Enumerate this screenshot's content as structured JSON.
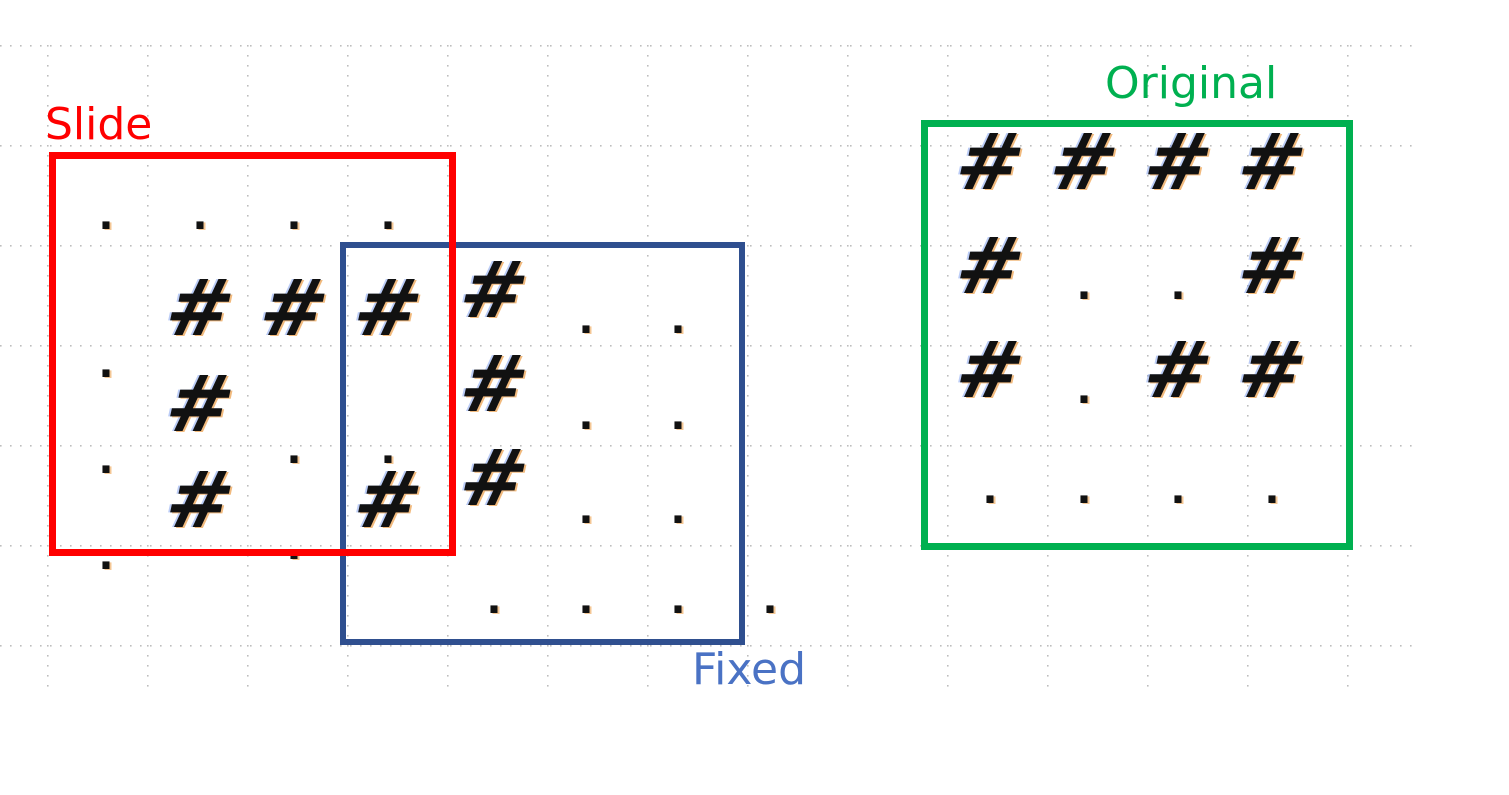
{
  "colors": {
    "slide": "#ff0000",
    "fixed": "#2f4f8f",
    "fixed_label": "#4a72c4",
    "original": "#00b050",
    "grid_dot": "#bdbdbd",
    "glyph": "#111111"
  },
  "labels": {
    "slide": "Slide",
    "fixed": "Fixed",
    "original": "Original"
  },
  "grids": {
    "slide": [
      [
        ".",
        ".",
        ".",
        "."
      ],
      [
        ".",
        "#",
        "#",
        "#"
      ],
      [
        ".",
        "#",
        ".",
        "."
      ],
      [
        ".",
        "#",
        ".",
        "#"
      ]
    ],
    "fixed": [
      [
        "#",
        ".",
        ".",
        ""
      ],
      [
        "#",
        ".",
        ".",
        ""
      ],
      [
        "#",
        ".",
        ".",
        ""
      ],
      [
        ".",
        ".",
        ".",
        "."
      ]
    ],
    "original": [
      [
        "#",
        "#",
        "#",
        "#"
      ],
      [
        "#",
        ".",
        ".",
        "#"
      ],
      [
        "#",
        ".",
        "#",
        "#"
      ],
      [
        ".",
        ".",
        ".",
        "."
      ]
    ]
  }
}
